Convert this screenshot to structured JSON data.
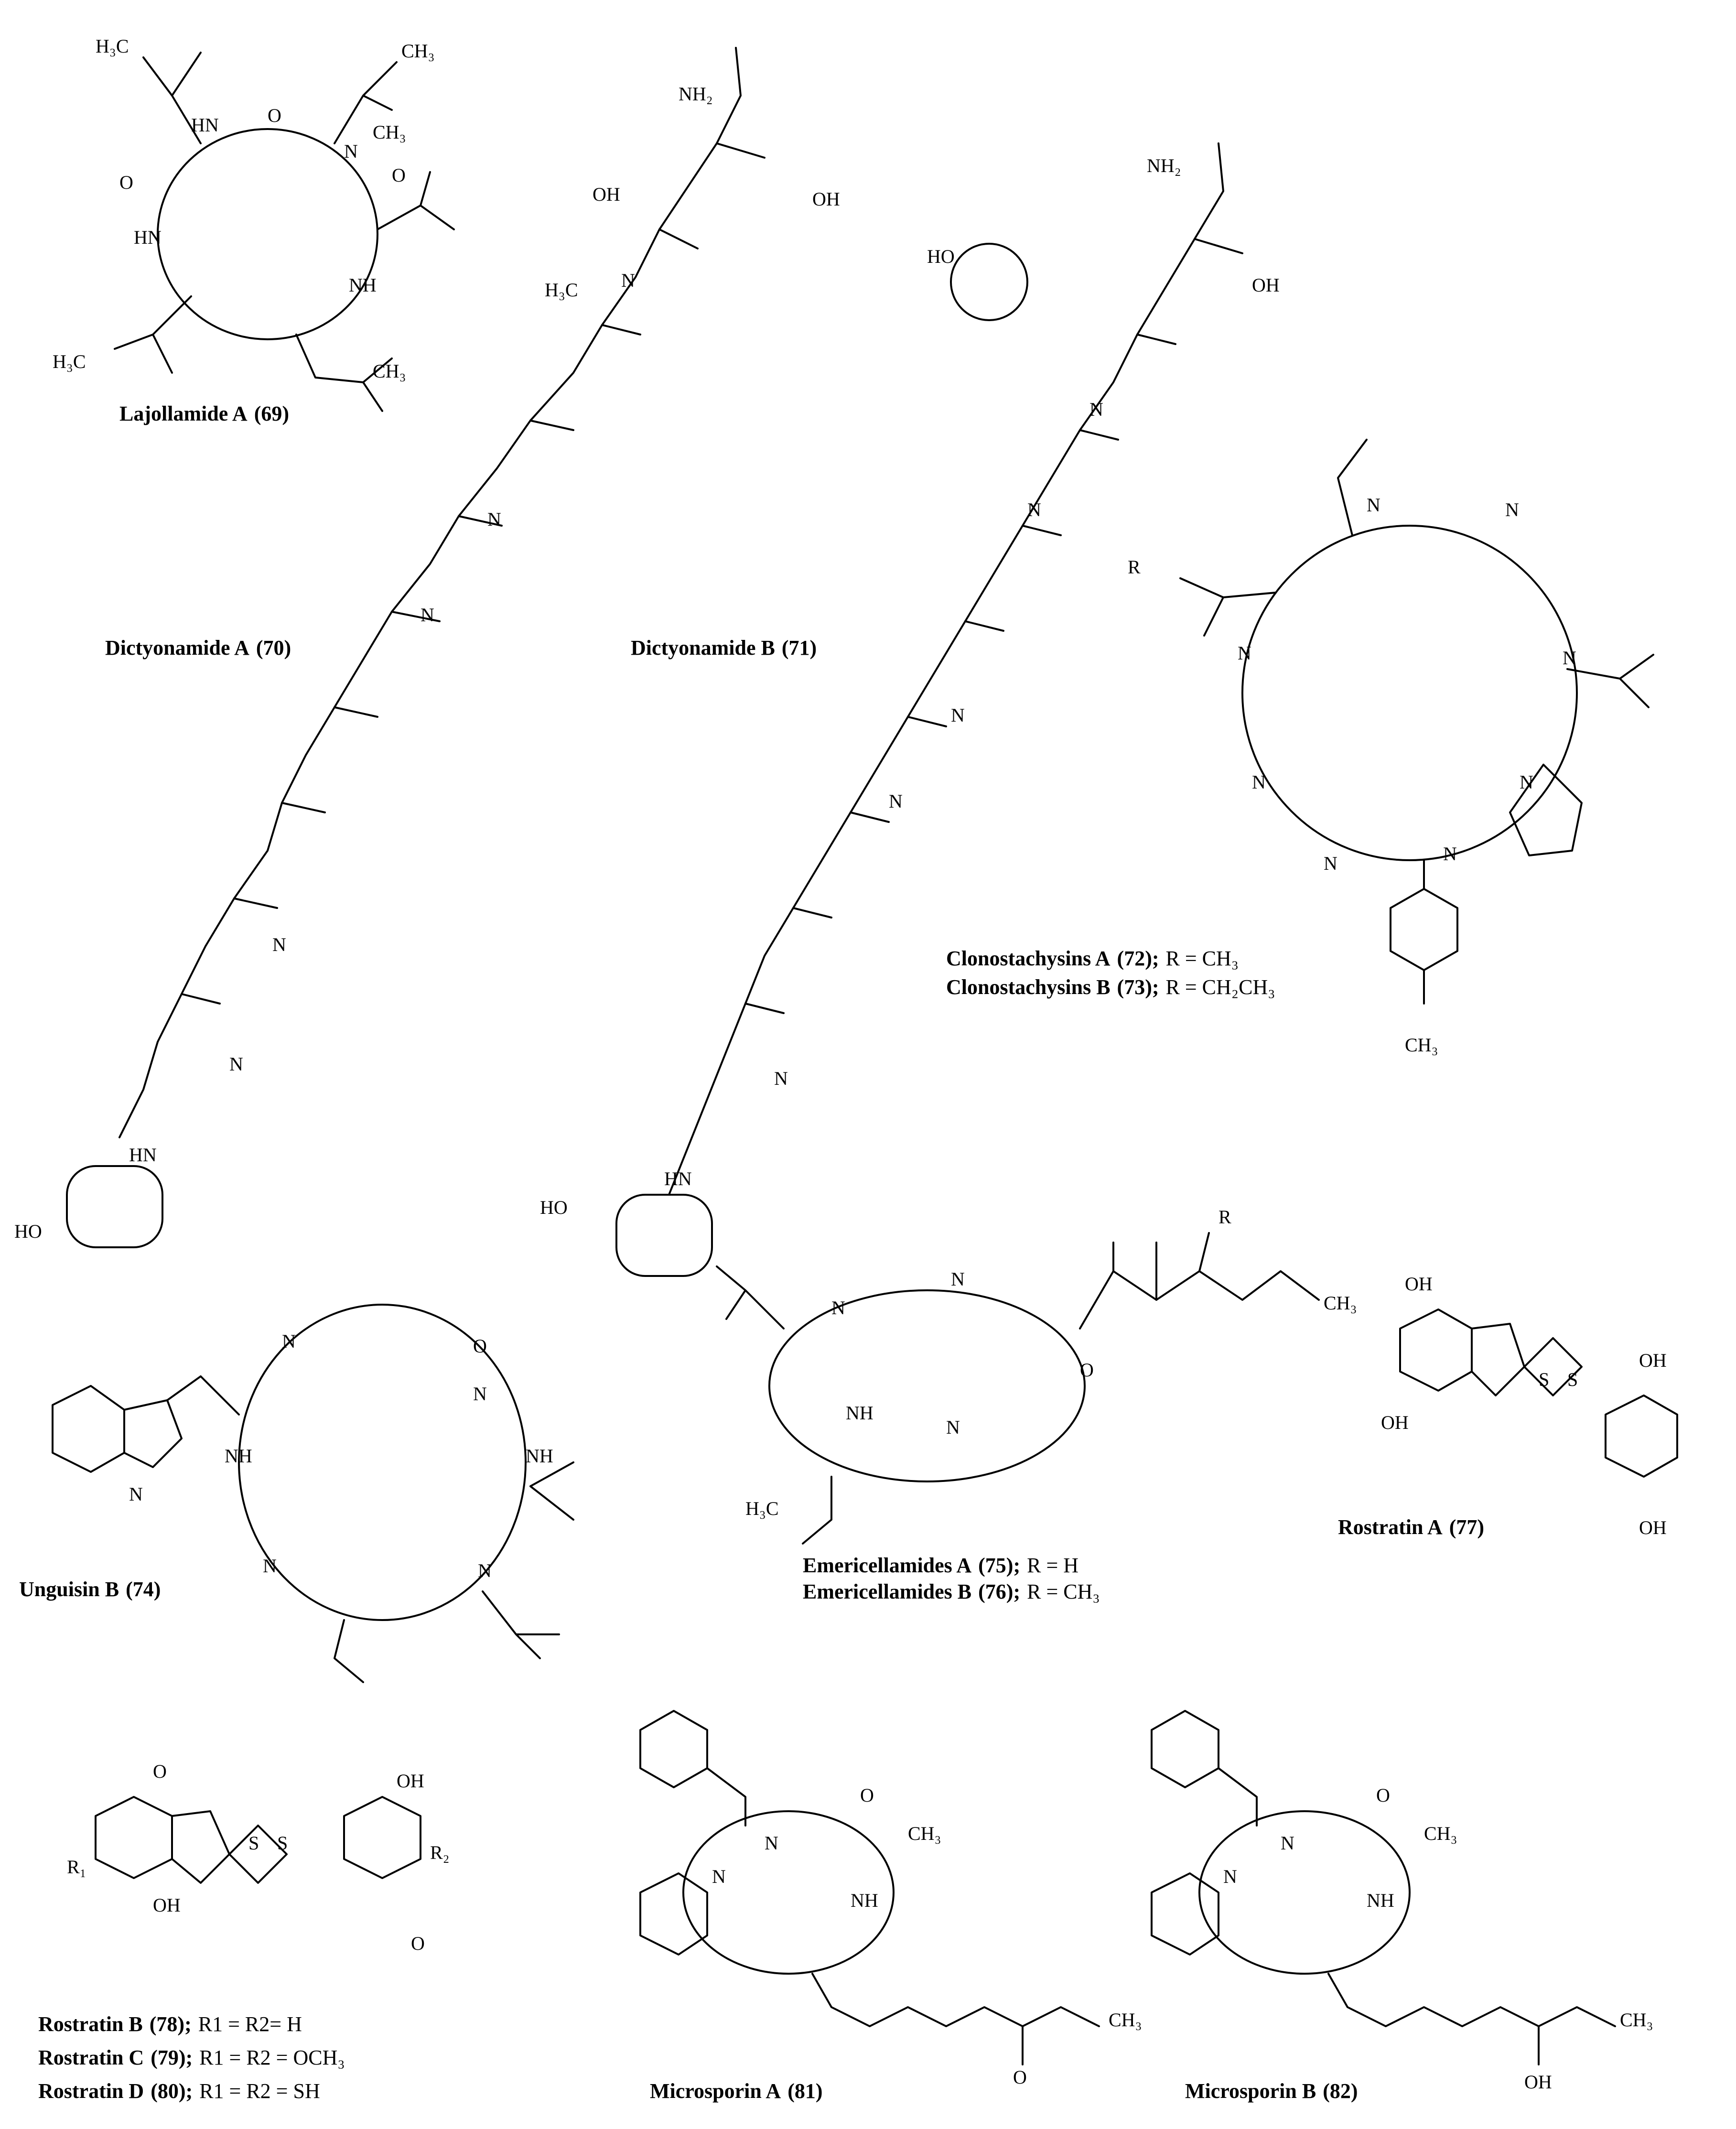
{
  "compounds": [
    {
      "id": "lajollamide-a",
      "name": "Lajollamide A",
      "number": "(69)",
      "suffix": ""
    },
    {
      "id": "dictyonamide-a",
      "name": "Dictyonamide A",
      "number": "(70)",
      "suffix": ""
    },
    {
      "id": "dictyonamide-b",
      "name": "Dictyonamide B",
      "number": "(71)",
      "suffix": ""
    },
    {
      "id": "clonostachysins-a",
      "name": "Clonostachysins A",
      "number": "(72);",
      "suffix": "R = CH₃"
    },
    {
      "id": "clonostachysins-b",
      "name": "Clonostachysins B",
      "number": "(73);",
      "suffix": "R = CH₂CH₃"
    },
    {
      "id": "unguisin-b",
      "name": "Unguisin B",
      "number": "(74)",
      "suffix": ""
    },
    {
      "id": "emericellamides-a",
      "name": "Emericellamides A",
      "number": " (75);",
      "suffix": "R = H"
    },
    {
      "id": "emericellamides-b",
      "name": "Emericellamides B",
      "number": " (76);",
      "suffix": "R = CH₃"
    },
    {
      "id": "rostratin-a",
      "name": "Rostratin A",
      "number": "(77)",
      "suffix": ""
    },
    {
      "id": "rostratin-b",
      "name": "Rostratin B",
      "number": "(78);",
      "suffix": "R1 = R2= H"
    },
    {
      "id": "rostratin-c",
      "name": "Rostratin C",
      "number": "(79);",
      "suffix": "R1 = R2 = OCH₃"
    },
    {
      "id": "rostratin-d",
      "name": "Rostratin D",
      "number": "(80);",
      "suffix": "R1 = R2 = SH"
    },
    {
      "id": "microsporin-a",
      "name": "Microsporin A",
      "number": "(81)",
      "suffix": ""
    },
    {
      "id": "microsporin-b",
      "name": "Microsporin B",
      "number": "(82)",
      "suffix": ""
    }
  ],
  "atoms": {
    "N": "N",
    "NH": "NH",
    "HN": "HN",
    "H": "H",
    "O": "O",
    "OH": "OH",
    "HO": "HO",
    "CH3": "CH₃",
    "H3C": "H₃C",
    "S": "S",
    "R": "R",
    "R1": "R₁",
    "R2": "R₂",
    "NH2": "NH₂"
  }
}
